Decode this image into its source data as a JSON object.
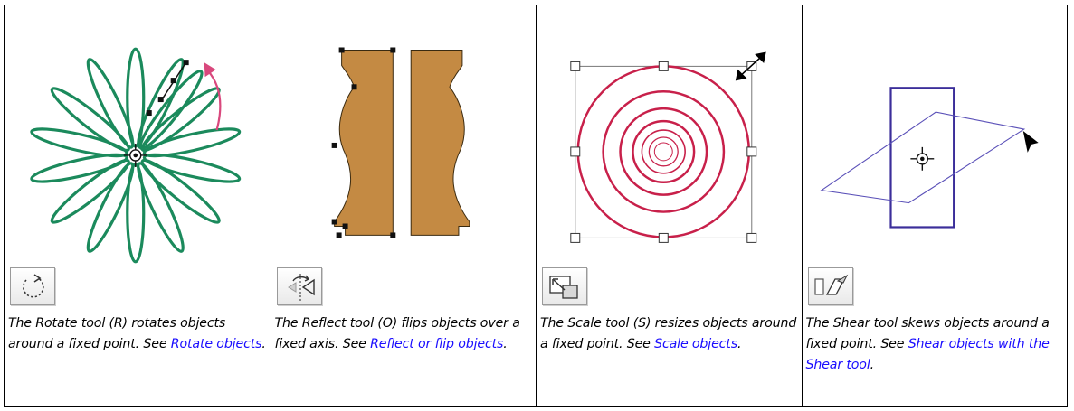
{
  "panels": [
    {
      "tool_icon": "rotate-tool-icon",
      "caption_text": "The Rotate tool (R) rotates objects around a fixed point. See ",
      "link_text": "Rotate objects",
      "caption_end": "."
    },
    {
      "tool_icon": "reflect-tool-icon",
      "caption_text": "The Reflect tool (O) flips objects over a fixed axis. See ",
      "link_text": "Reflect or flip objects",
      "caption_end": "."
    },
    {
      "tool_icon": "scale-tool-icon",
      "caption_text": "The Scale tool (S) resizes objects around a fixed point. See ",
      "link_text": "Scale objects",
      "caption_end": "."
    },
    {
      "tool_icon": "shear-tool-icon",
      "caption_text": "The Shear tool skews objects around a fixed point. See ",
      "link_text": "Shear objects with the Shear tool",
      "caption_end": "."
    }
  ],
  "colors": {
    "petal_green": "#1b8a5c",
    "arrow_pink": "#d9487d",
    "vase_brown": "#c48a43",
    "ring_red": "#c8204a",
    "shear_blue": "#3b2e9a",
    "link_blue": "#1a0dff"
  }
}
